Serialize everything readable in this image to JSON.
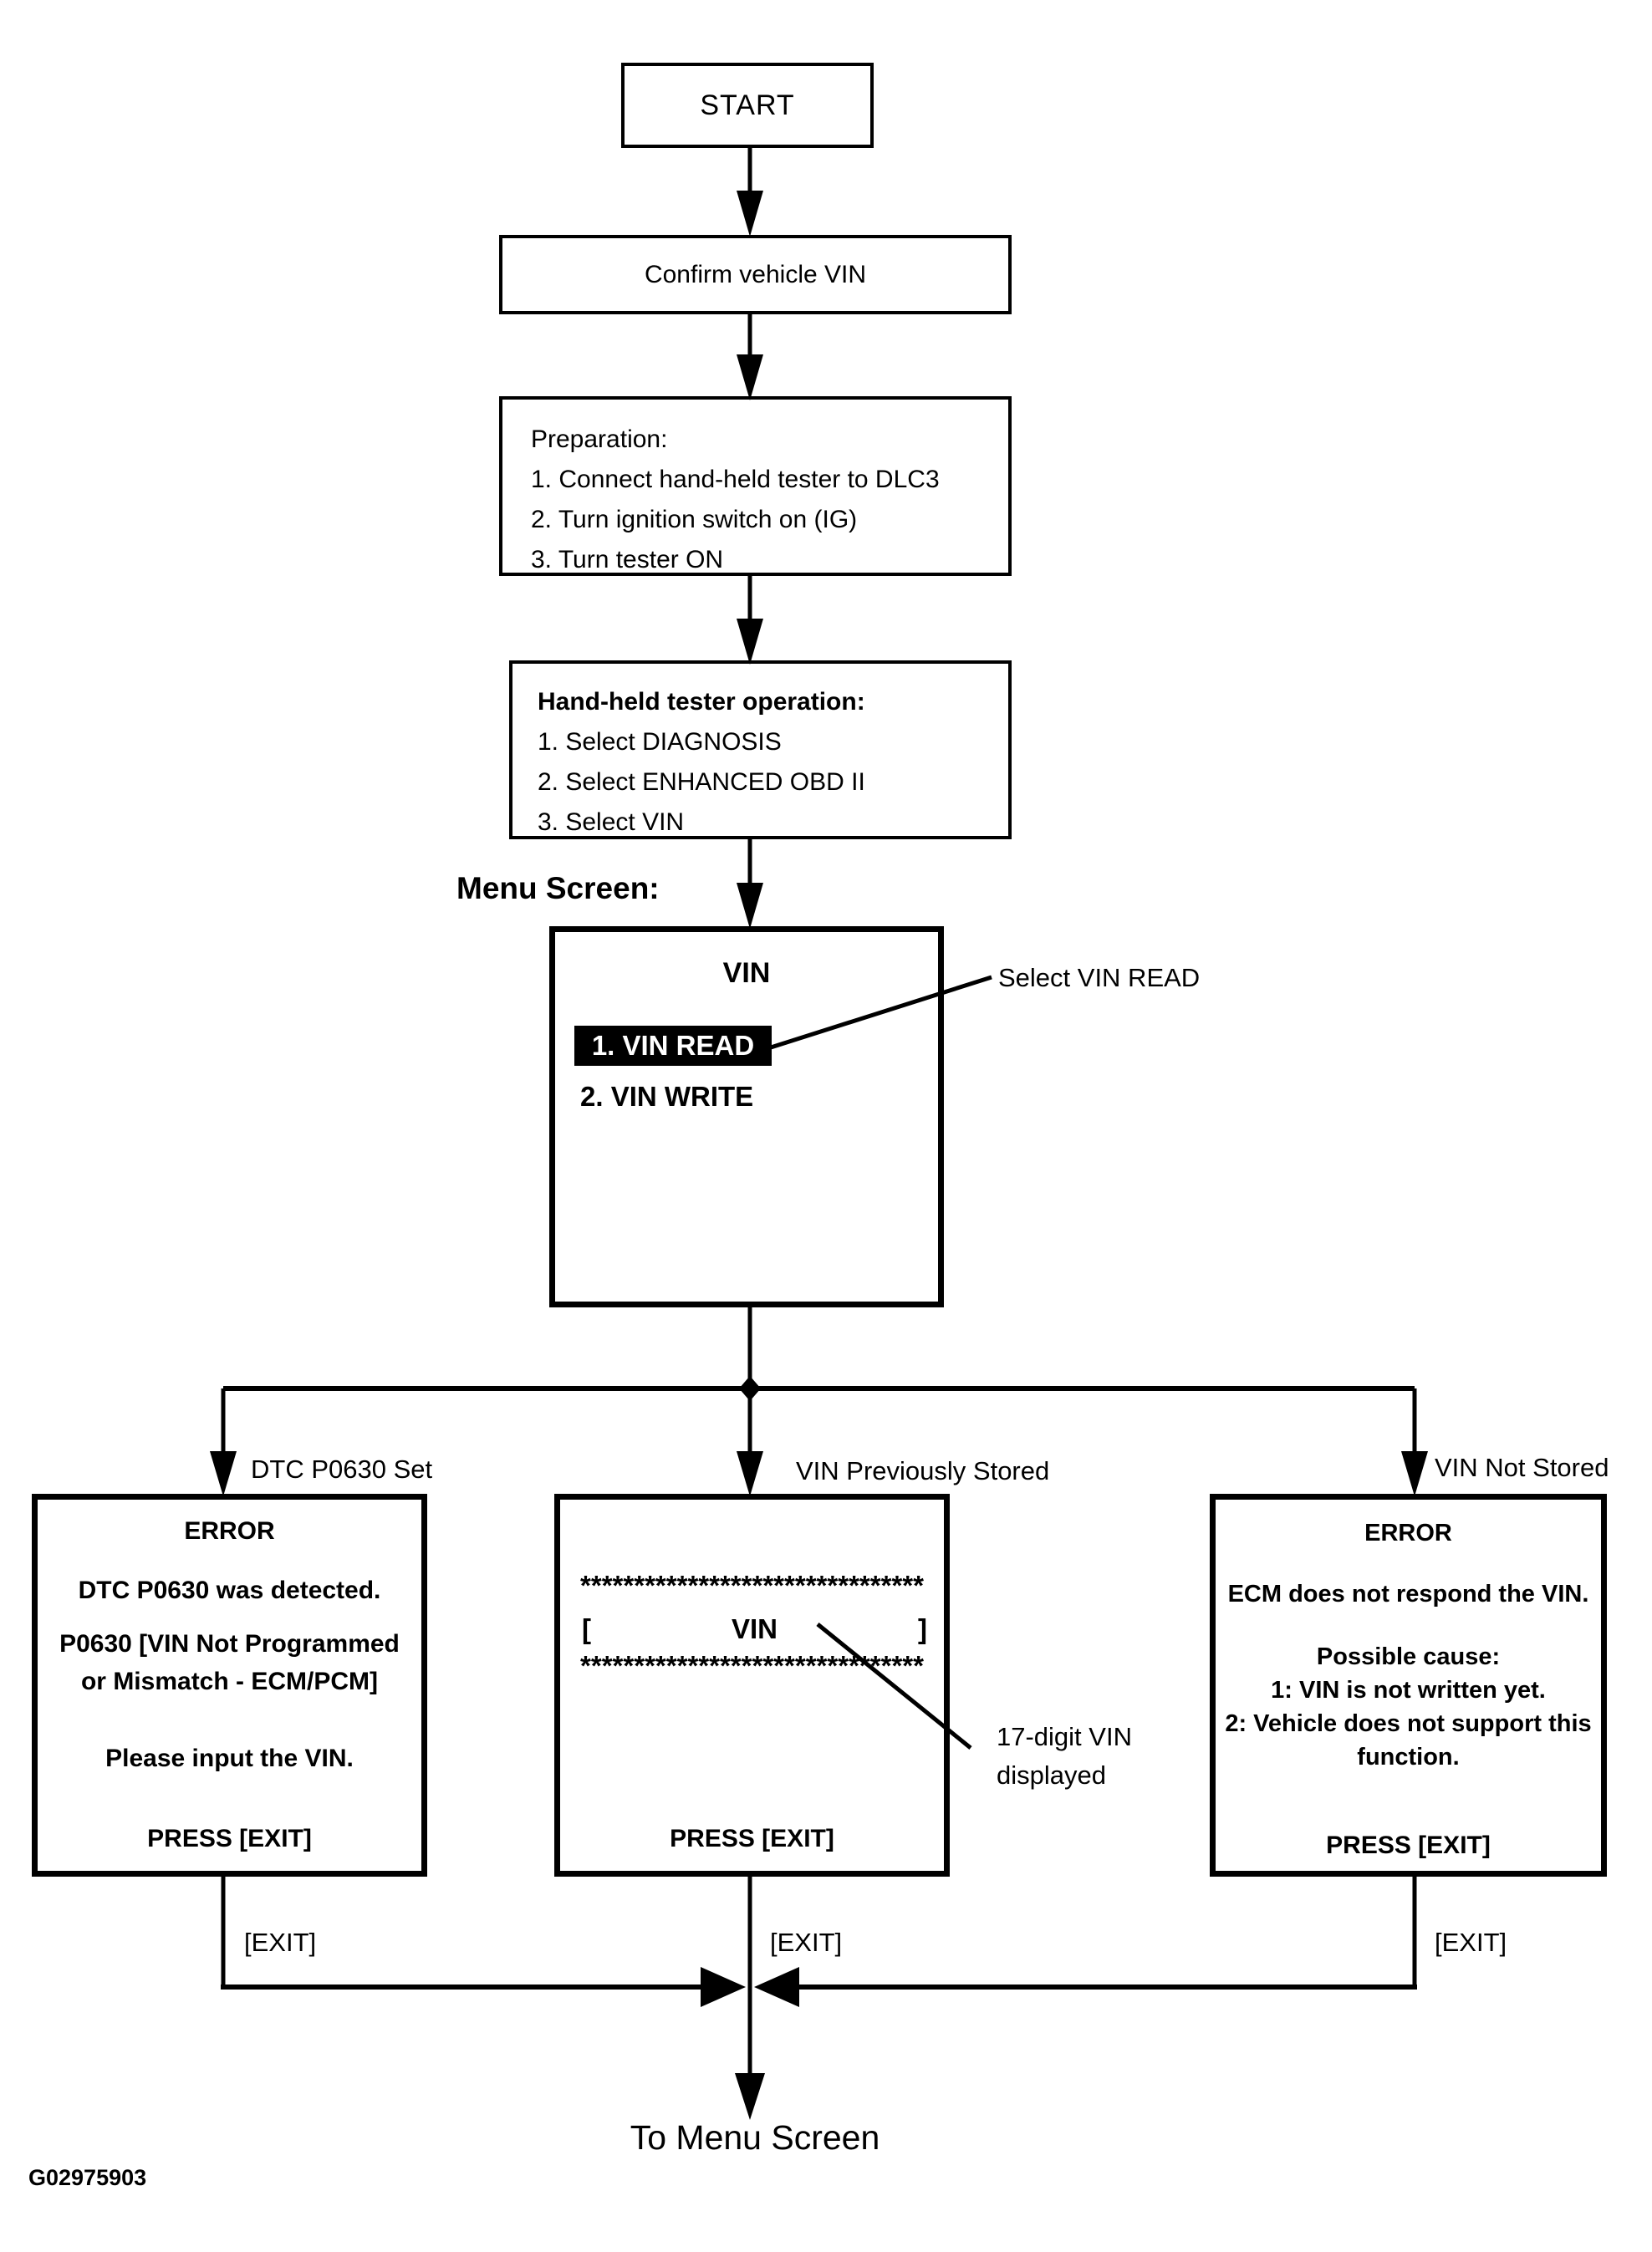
{
  "nodes": {
    "start": {
      "label": "START"
    },
    "confirm_vin": {
      "label": "Confirm vehicle VIN"
    },
    "preparation": {
      "title": "Preparation:",
      "steps": [
        "1. Connect hand-held tester to DLC3",
        "2. Turn ignition switch on (IG)",
        "3. Turn tester ON"
      ]
    },
    "tester_operation": {
      "title": "Hand-held tester operation:",
      "steps": [
        "1. Select DIAGNOSIS",
        "2. Select ENHANCED OBD II",
        "3. Select VIN"
      ]
    },
    "vin_menu": {
      "title": "VIN",
      "items": [
        "1. VIN READ",
        "2. VIN WRITE"
      ]
    }
  },
  "labels": {
    "menu_screen": "Menu Screen:",
    "to_menu_screen": "To Menu Screen",
    "figure_code": "G02975903"
  },
  "callouts": {
    "select_vin_read": "Select VIN READ",
    "vin_displayed_line1": "17-digit VIN",
    "vin_displayed_line2": "displayed"
  },
  "branch_labels": {
    "left": "DTC P0630 Set",
    "middle": "VIN Previously Stored",
    "right": "VIN Not Stored"
  },
  "screens": {
    "dtc_error": {
      "title": "ERROR",
      "line1": "DTC P0630 was detected.",
      "line2": "P0630 [VIN Not Programmed",
      "line3": "or Mismatch - ECM/PCM]",
      "line4": "Please input the VIN.",
      "footer": "PRESS [EXIT]"
    },
    "vin_display": {
      "asterisk_row": "********************************",
      "bracket_open": "[",
      "vin_label": "VIN",
      "bracket_close": "]",
      "footer": "PRESS [EXIT]"
    },
    "ecm_error": {
      "title": "ERROR",
      "line1": "ECM does not respond the VIN.",
      "line2": "Possible cause:",
      "line3": "1: VIN is not written yet.",
      "line4": "2: Vehicle does not support this",
      "line5": "function.",
      "footer": "PRESS [EXIT]"
    }
  },
  "exit_labels": {
    "left": "[EXIT]",
    "middle": "[EXIT]",
    "right": "[EXIT]"
  },
  "colors": {
    "ink": "#000000",
    "paper": "#ffffff",
    "highlight_bg": "#000000",
    "highlight_text": "#ffffff"
  }
}
